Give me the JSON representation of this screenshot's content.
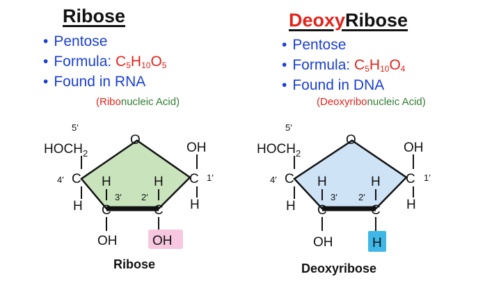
{
  "left": {
    "title": "Ribose",
    "bullets": {
      "pentose": "Pentose",
      "formula_prefix": "Formula: ",
      "formula": {
        "C": "C",
        "c_sub": "5",
        "H": "H",
        "h_sub": "10",
        "O": "O",
        "o_sub": "5"
      },
      "found": "Found in RNA"
    },
    "acid": {
      "open": "(",
      "red": "Ribo",
      "green": "nucleic Acid)"
    },
    "structure": {
      "c5": "5′",
      "hoch2": "HOCH",
      "sub2": "2",
      "o": "O",
      "oh_c1": "OH",
      "c4_num": "4′",
      "c4": "C",
      "c1": "C",
      "c1_num": "1′",
      "h_c3_up": "H",
      "h_c2_up": "H",
      "c3_num": "3′",
      "c2_num": "2′",
      "h_c4_down": "H",
      "c3": "C",
      "c2": "C",
      "h_c1_down": "H",
      "oh_c3": "OH",
      "oh_c2": "OH",
      "caption": "Ribose",
      "highlight_color": "#f6c7df",
      "ring_fill": "#c9e4bd"
    }
  },
  "right": {
    "title_accent": "Deoxy",
    "title_rest": "Ribose",
    "bullets": {
      "pentose": "Pentose",
      "formula_prefix": "Formula: ",
      "formula": {
        "C": "C",
        "c_sub": "5",
        "H": "H",
        "h_sub": "10",
        "O": "O",
        "o_sub": "4"
      },
      "found": "Found in DNA"
    },
    "acid": {
      "open": "(",
      "red": "Deoxyribo",
      "green": "nucleic Acid)"
    },
    "structure": {
      "c5": "5′",
      "hoch2": "HOCH",
      "sub2": "2",
      "o": "O",
      "oh_c1": "OH",
      "c4_num": "4′",
      "c4": "C",
      "c1": "C",
      "c1_num": "1′",
      "h_c3_up": "H",
      "h_c2_up": "H",
      "c3_num": "3′",
      "c2_num": "2′",
      "h_c4_down": "H",
      "c3": "C",
      "c2": "C",
      "h_c1_down": "H",
      "oh_c3": "OH",
      "h_c2": "H",
      "caption": "Deoxyribose",
      "highlight_color": "#3fb8e8",
      "ring_fill": "#cfe3f7"
    }
  },
  "colors": {
    "blue_text": "#1a3fd1",
    "red": "#e2231a",
    "green": "#2e7d32"
  }
}
